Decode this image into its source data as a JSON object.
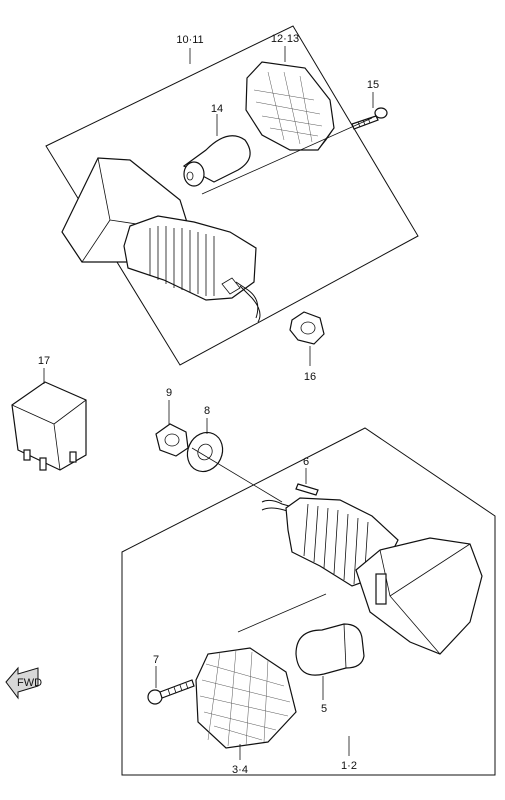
{
  "callouts": {
    "c10_11": "10·11",
    "c12_13": "12·13",
    "c15": "15",
    "c14": "14",
    "c16": "16",
    "c17": "17",
    "c9": "9",
    "c8": "8",
    "c6": "6",
    "c7": "7",
    "c5": "5",
    "c3_4": "3·4",
    "c1_2": "1·2"
  },
  "fwd_arrow": {
    "label": "FWD"
  }
}
